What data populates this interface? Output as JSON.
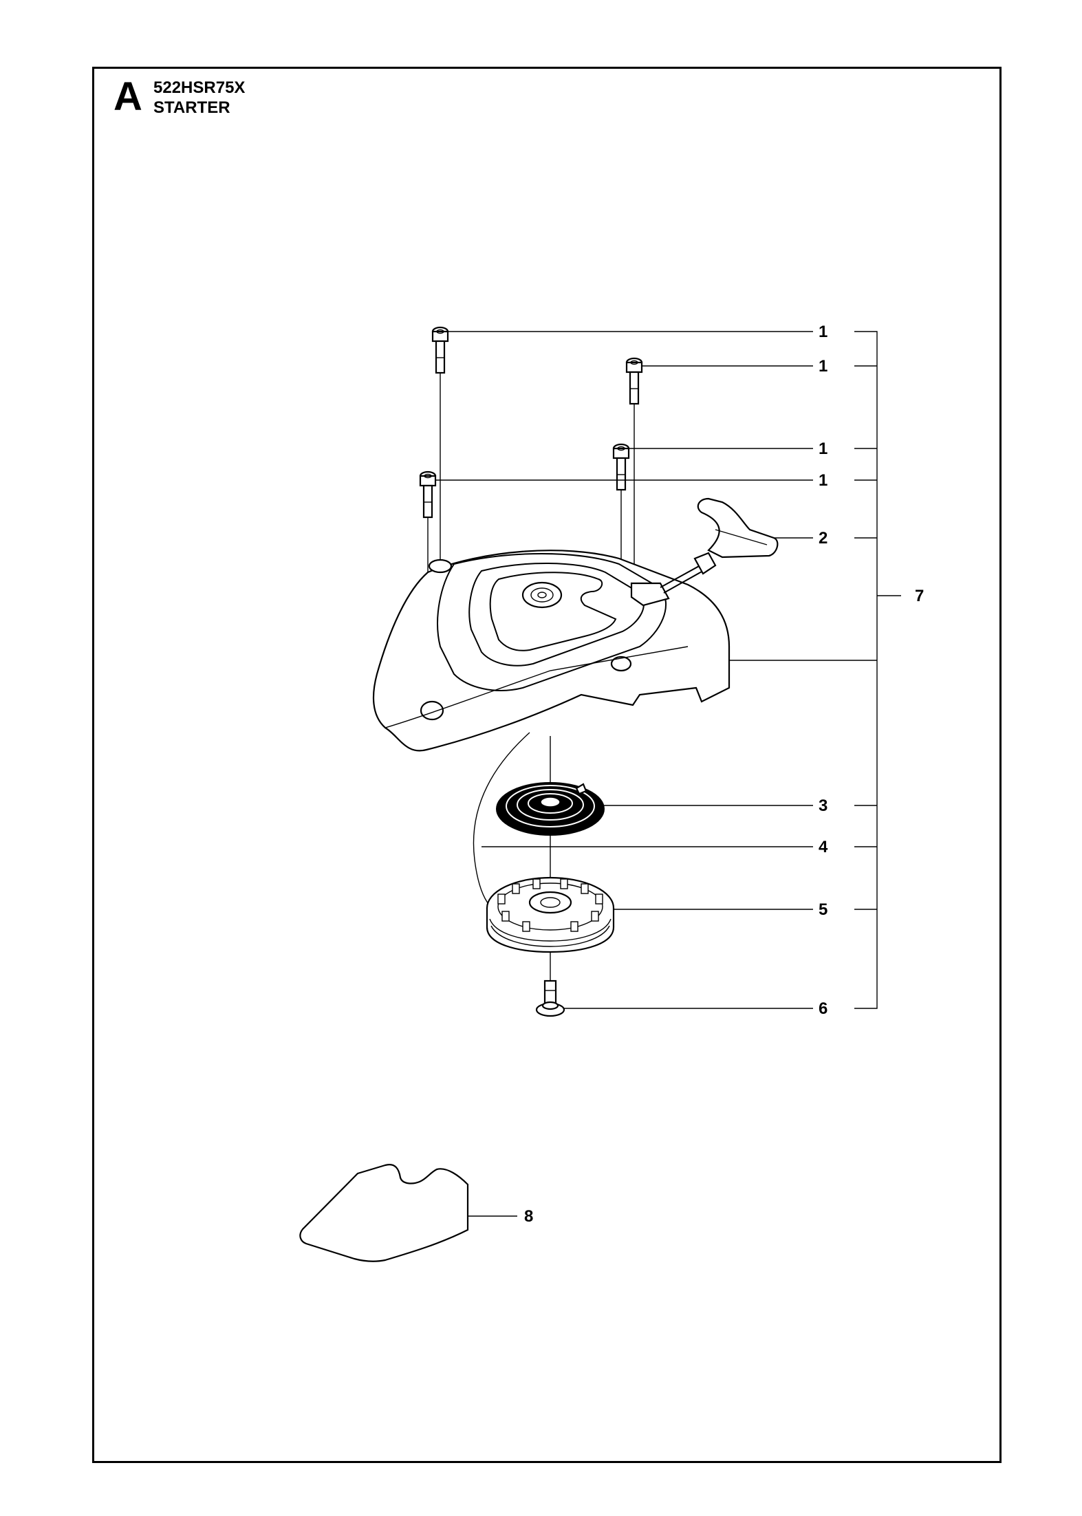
{
  "header": {
    "section_letter": "A",
    "model": "522HSR75X",
    "title": "STARTER"
  },
  "callouts": [
    {
      "id": "c1a",
      "label": "1"
    },
    {
      "id": "c1b",
      "label": "1"
    },
    {
      "id": "c1c",
      "label": "1"
    },
    {
      "id": "c1d",
      "label": "1"
    },
    {
      "id": "c2",
      "label": "2"
    },
    {
      "id": "c3",
      "label": "3"
    },
    {
      "id": "c4",
      "label": "4"
    },
    {
      "id": "c5",
      "label": "5"
    },
    {
      "id": "c6",
      "label": "6"
    },
    {
      "id": "c7",
      "label": "7"
    },
    {
      "id": "c8",
      "label": "8"
    }
  ]
}
